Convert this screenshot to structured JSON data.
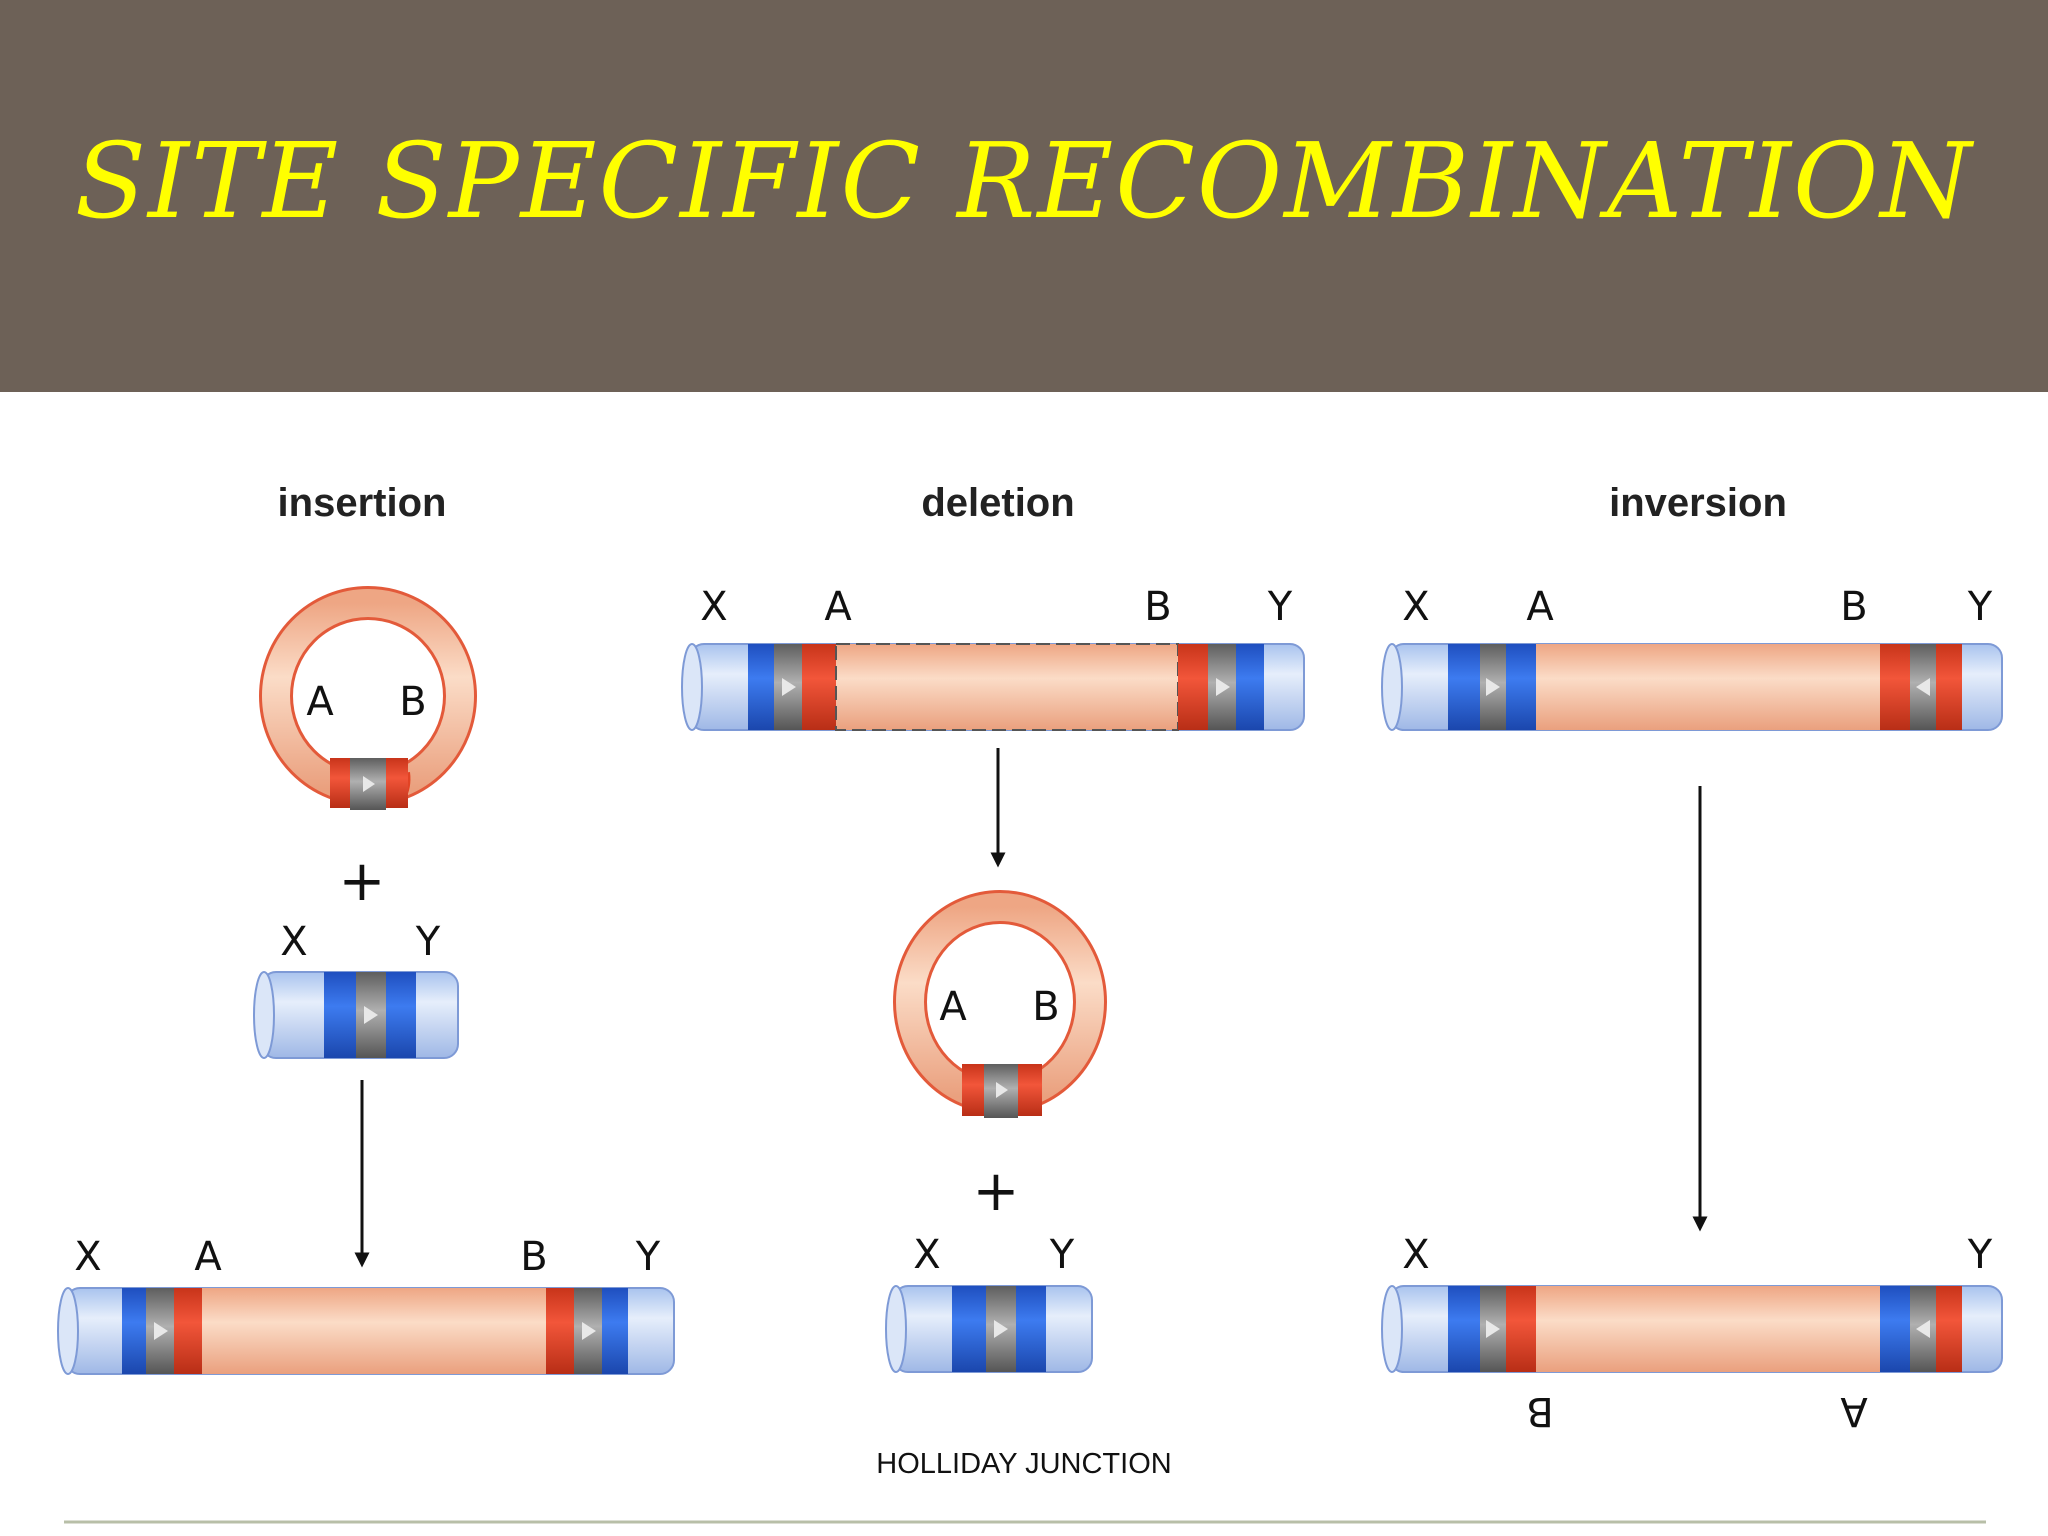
{
  "slide": {
    "title": "SITE SPECIFIC RECOMBINATION",
    "caption": "HOLLIDAY JUNCTION"
  },
  "colors": {
    "header_bg": "#6d6157",
    "title": "#ffff00",
    "dna_outer": "#c9d9f2",
    "dna_insert": "#f7c7a8",
    "site_blue": "#2b64d8",
    "site_red": "#e24324",
    "site_core": "#7d7d7d"
  },
  "panels": {
    "insertion": {
      "heading": "insertion",
      "circle_A": "A",
      "circle_B": "B",
      "plus": "+",
      "target_X": "X",
      "target_Y": "Y",
      "product": {
        "X": "X",
        "A": "A",
        "B": "B",
        "Y": "Y"
      }
    },
    "deletion": {
      "heading": "deletion",
      "substrate": {
        "X": "X",
        "A": "A",
        "B": "B",
        "Y": "Y"
      },
      "circle_A": "A",
      "circle_B": "B",
      "plus": "+",
      "product_X": "X",
      "product_Y": "Y"
    },
    "inversion": {
      "heading": "inversion",
      "substrate": {
        "X": "X",
        "A": "A",
        "B": "B",
        "Y": "Y"
      },
      "product": {
        "X": "X",
        "Y": "Y",
        "B": "B",
        "A": "A"
      }
    }
  }
}
